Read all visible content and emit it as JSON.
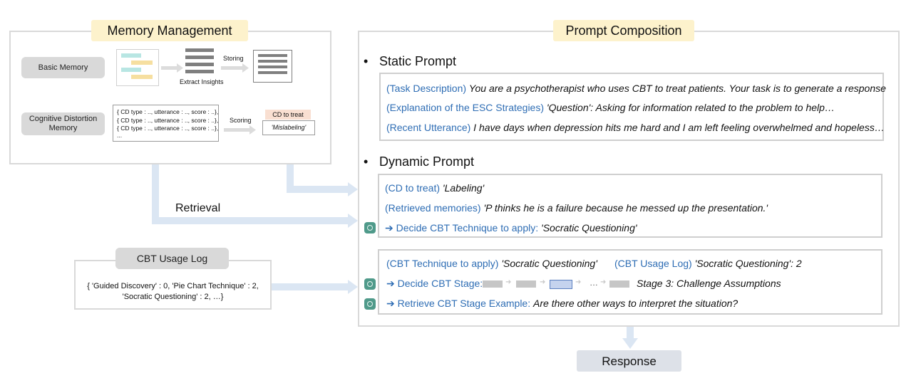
{
  "memory_management": {
    "title": "Memory Management",
    "basic_memory_label": "Basic Memory",
    "extract_insights_label": "Extract Insights",
    "storing_label": "Storing",
    "cognitive_distortion_label": "Cognitive Distortion Memory",
    "cd_entries": [
      "{ CD type : .., utterance : .., score : ..},",
      "{ CD type : .., utterance : .., score : ..},",
      "{ CD type : .., utterance : .., score : ..},",
      "..."
    ],
    "scoring_label": "Scoring",
    "cd_to_treat_header": "CD to treat",
    "cd_to_treat_value": "'Mislabeling'"
  },
  "retrieval_label": "Retrieval",
  "cbt_usage_log": {
    "title": "CBT Usage Log",
    "line1": "{ 'Guided Discovery' : 0,  'Pie Chart Technique' : 2,",
    "line2": "'Socratic Questioning' : 2, …}"
  },
  "prompt_composition": {
    "title": "Prompt Composition",
    "static_prompt": {
      "heading": "Static Prompt",
      "rows": [
        {
          "label": "(Task Description)",
          "text": "You are a psychotherapist who uses CBT to treat patients. Your task is to generate a response"
        },
        {
          "label": "(Explanation of the ESC Strategies)",
          "text": "'Question': Asking for information related to the problem to help…"
        },
        {
          "label": "(Recent Utterance)",
          "text": "I have days when depression hits me hard and I am left feeling overwhelmed and hopeless…"
        }
      ]
    },
    "dynamic_prompt": {
      "heading": "Dynamic Prompt",
      "cd_label": "(CD to treat)",
      "cd_value": "'Labeling'",
      "retrieved_label": "(Retrieved memories)",
      "retrieved_value": "'P thinks he is a failure because he messed up the presentation.'",
      "decide_technique_label": "➔ Decide CBT Technique to apply:",
      "decide_technique_value": "'Socratic Questioning'",
      "technique_label": "(CBT Technique to apply)",
      "technique_value": "'Socratic Questioning'",
      "usage_label": "(CBT Usage Log)",
      "usage_value": "'Socratic Questioning': 2",
      "decide_stage_label": "➔ Decide CBT Stage:",
      "stage_dots": "…",
      "stage_value": "Stage 3: Challenge Assumptions",
      "retrieve_example_label": "➔ Retrieve CBT Stage Example:",
      "retrieve_example_value": "Are there other ways to interpret the situation?"
    }
  },
  "response_label": "Response",
  "colors": {
    "label_blue": "#2e6db4",
    "title_bg": "#fdf2cc",
    "arrow_light_blue": "#dbe6f3",
    "highlight_stage": "#c5d3ee"
  }
}
